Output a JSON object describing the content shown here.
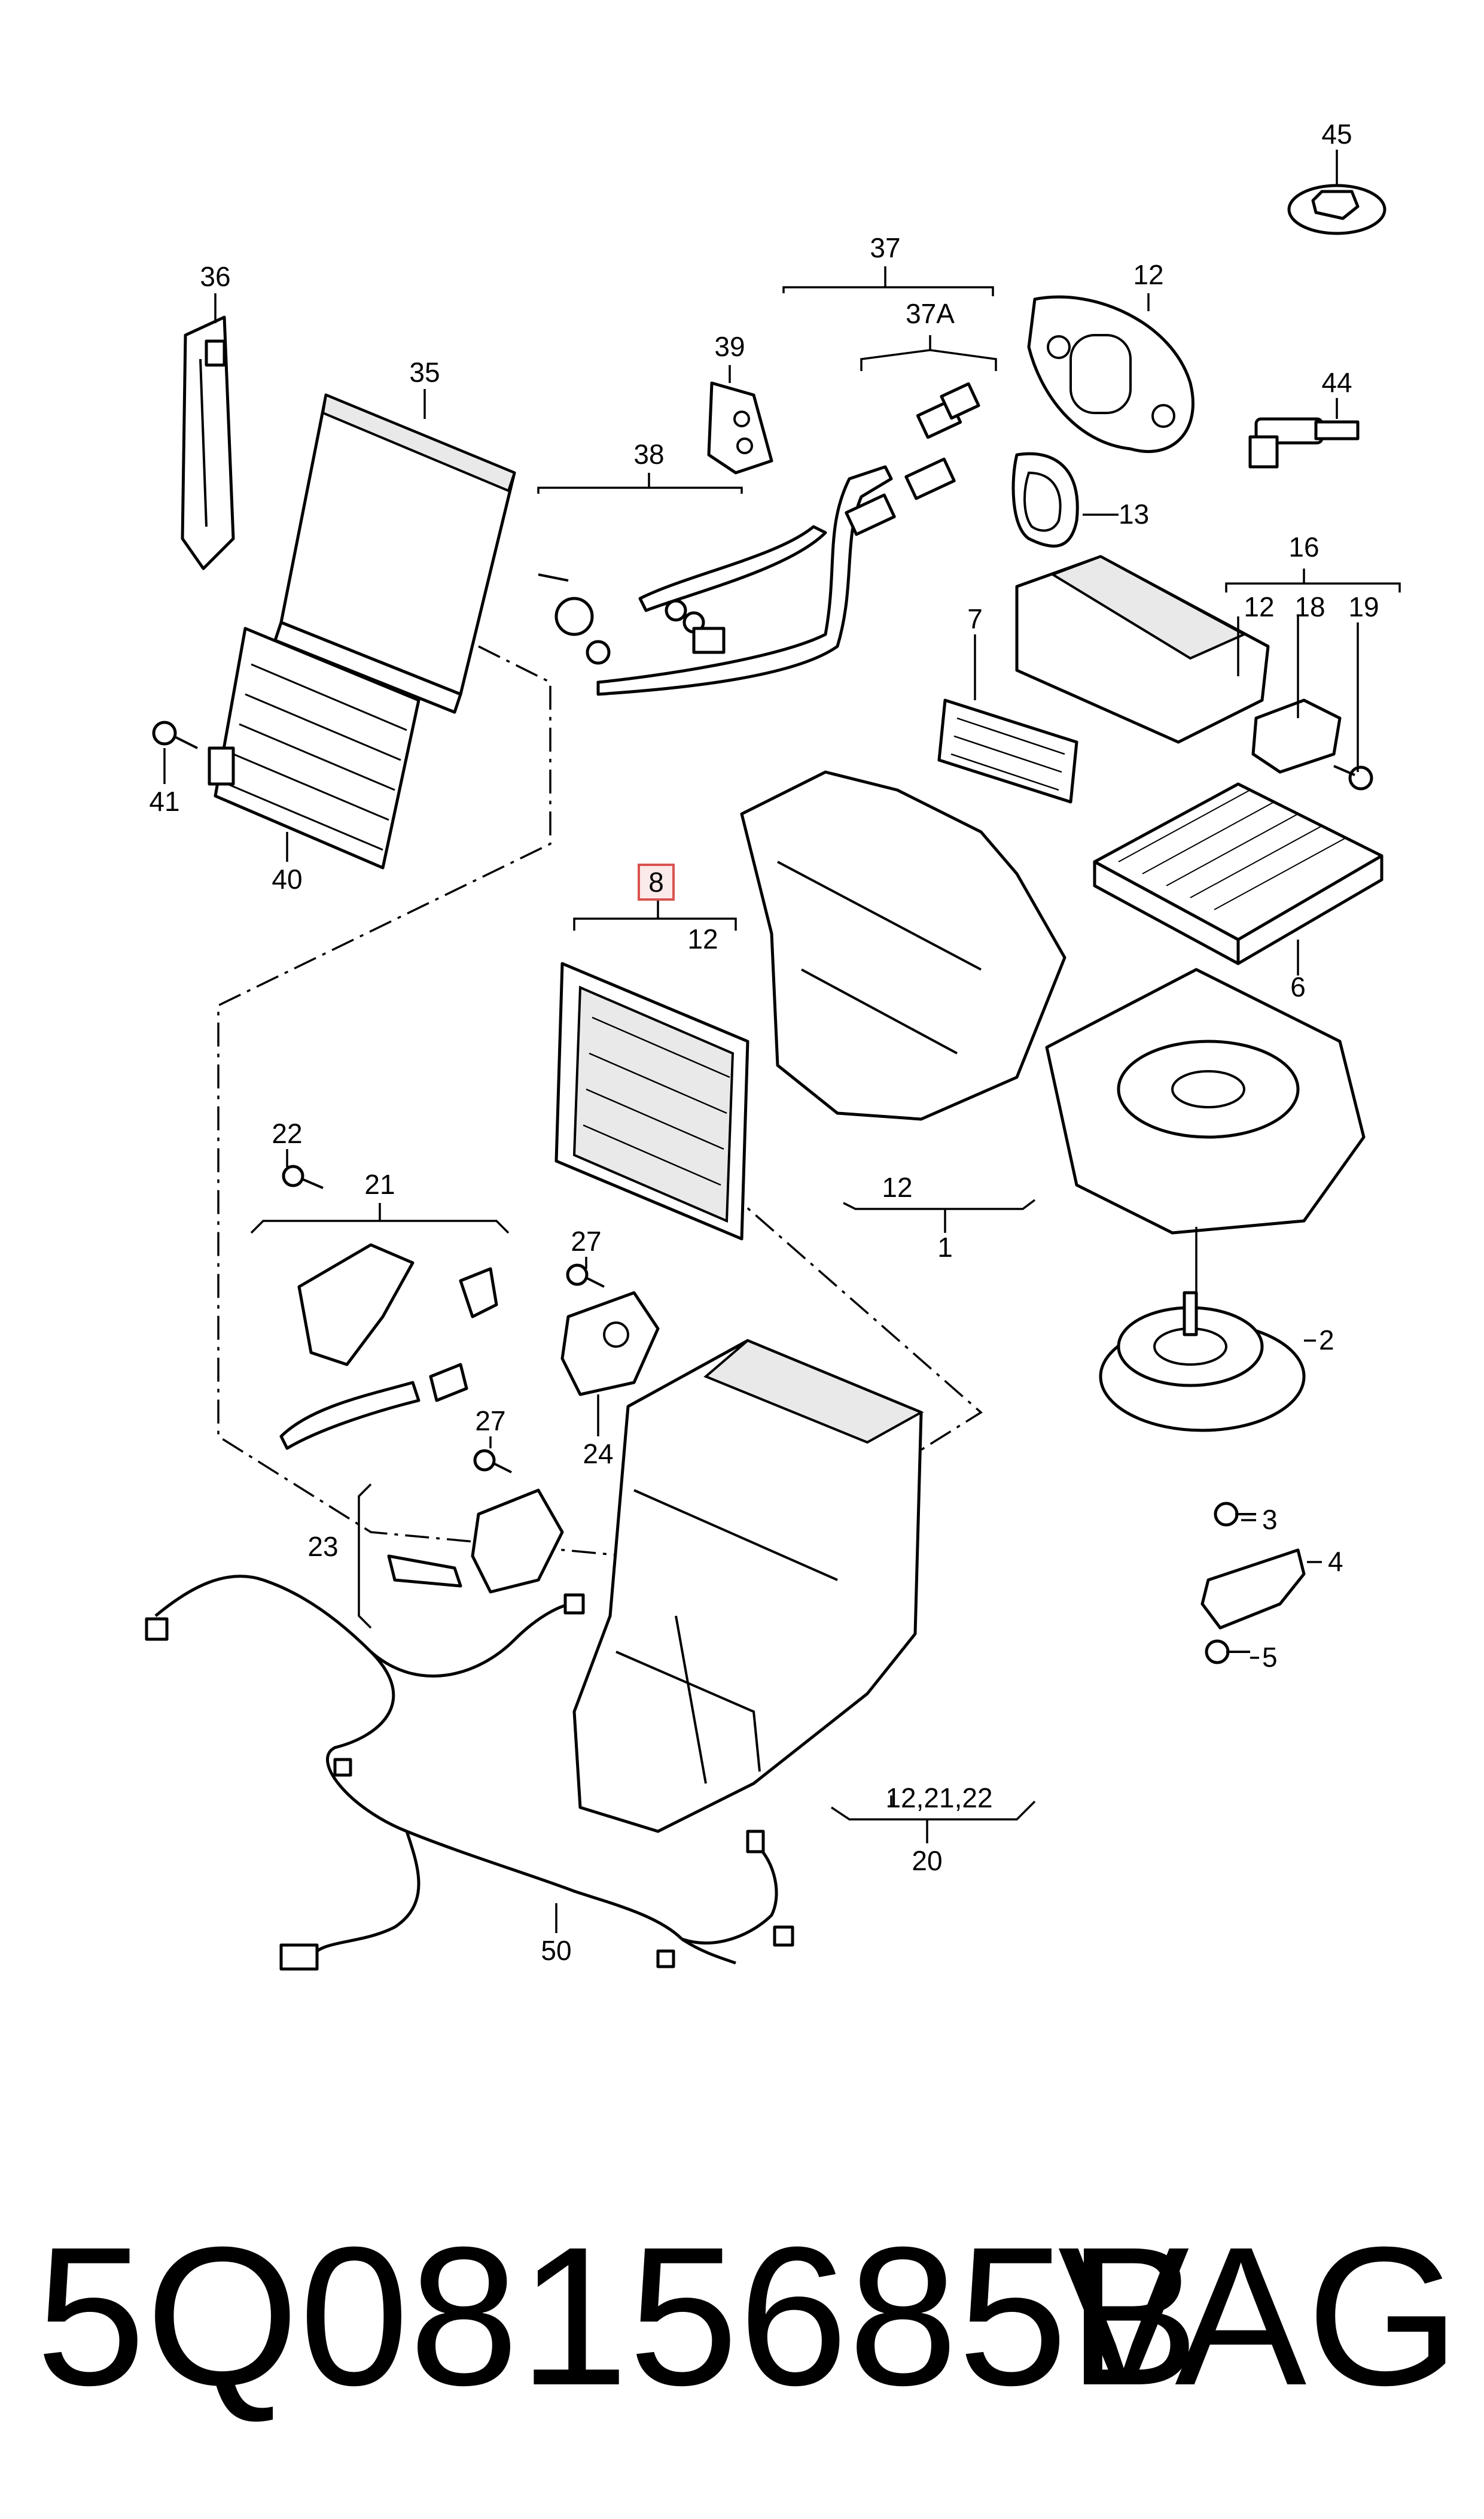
{
  "callouts": {
    "c1": "1",
    "c2": "2",
    "c3": "3",
    "c4": "4",
    "c5": "5",
    "c6": "6",
    "c7": "7",
    "c8": "8",
    "c8_sub": "12",
    "c12_top": "12",
    "c12_mid": "12",
    "c12_bottom": "12",
    "c13": "13",
    "c16": "16",
    "c16_12": "12",
    "c18": "18",
    "c19": "19",
    "c20": "20",
    "c20_sub": "12,21,22",
    "c21": "21",
    "c22": "22",
    "c23": "23",
    "c24": "24",
    "c27_a": "27",
    "c27_b": "27",
    "c35": "35",
    "c36": "36",
    "c37": "37",
    "c37a": "37A",
    "c38": "38",
    "c39": "39",
    "c40": "40",
    "c41": "41",
    "c44": "44",
    "c45": "45",
    "c50": "50"
  },
  "highlight_color": "#d9534f",
  "footer": {
    "part_number": "5Q0815685B",
    "brand": "VAG"
  }
}
